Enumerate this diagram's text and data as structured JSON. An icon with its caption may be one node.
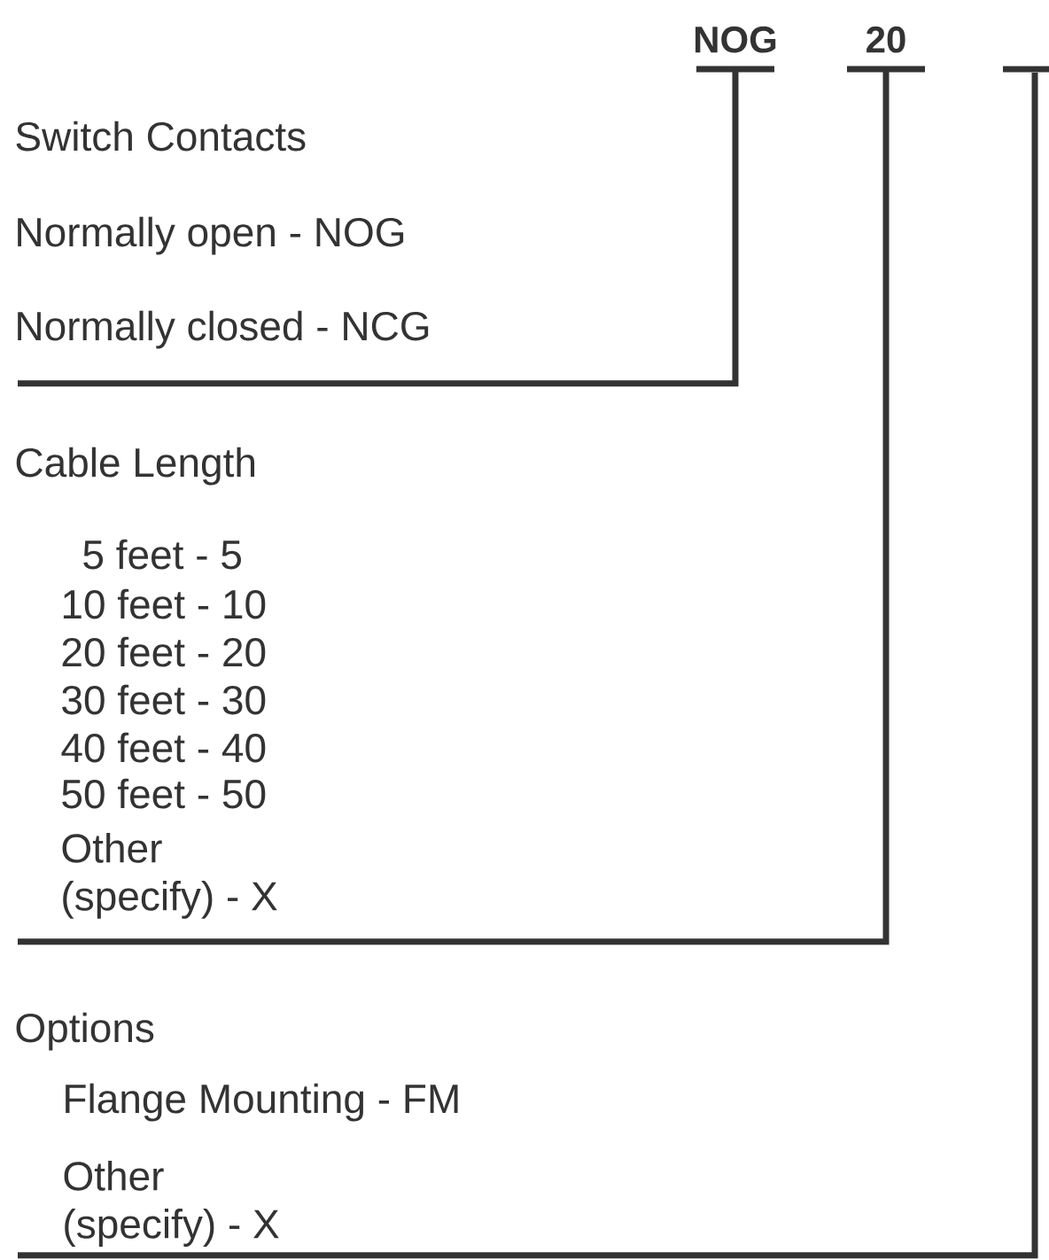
{
  "diagram": {
    "nodes": [
      {
        "text": [
          "NOG"
        ]
      },
      {
        "text": [
          "20"
        ]
      },
      {
        "text": [],
        "shape": "bar"
      },
      {
        "text": [
          "Switch Contacts",
          "Normally open - NOG",
          "Normally closed - NCG"
        ]
      },
      {
        "text": [
          "Cable Length",
          "5 feet - 5",
          "10 feet - 10",
          "20 feet - 20",
          "30 feet - 30",
          "40 feet - 40",
          "50 feet - 50",
          "Other (specify) - X"
        ]
      },
      {
        "text": [
          "Options",
          "Flange Mounting - FM",
          "Other (specify) - X"
        ]
      }
    ],
    "edges": [
      {
        "from": 0,
        "to": 3,
        "arrow": "none"
      },
      {
        "from": 1,
        "to": 4,
        "arrow": "none"
      },
      {
        "from": 2,
        "to": 5,
        "arrow": "none"
      }
    ]
  }
}
